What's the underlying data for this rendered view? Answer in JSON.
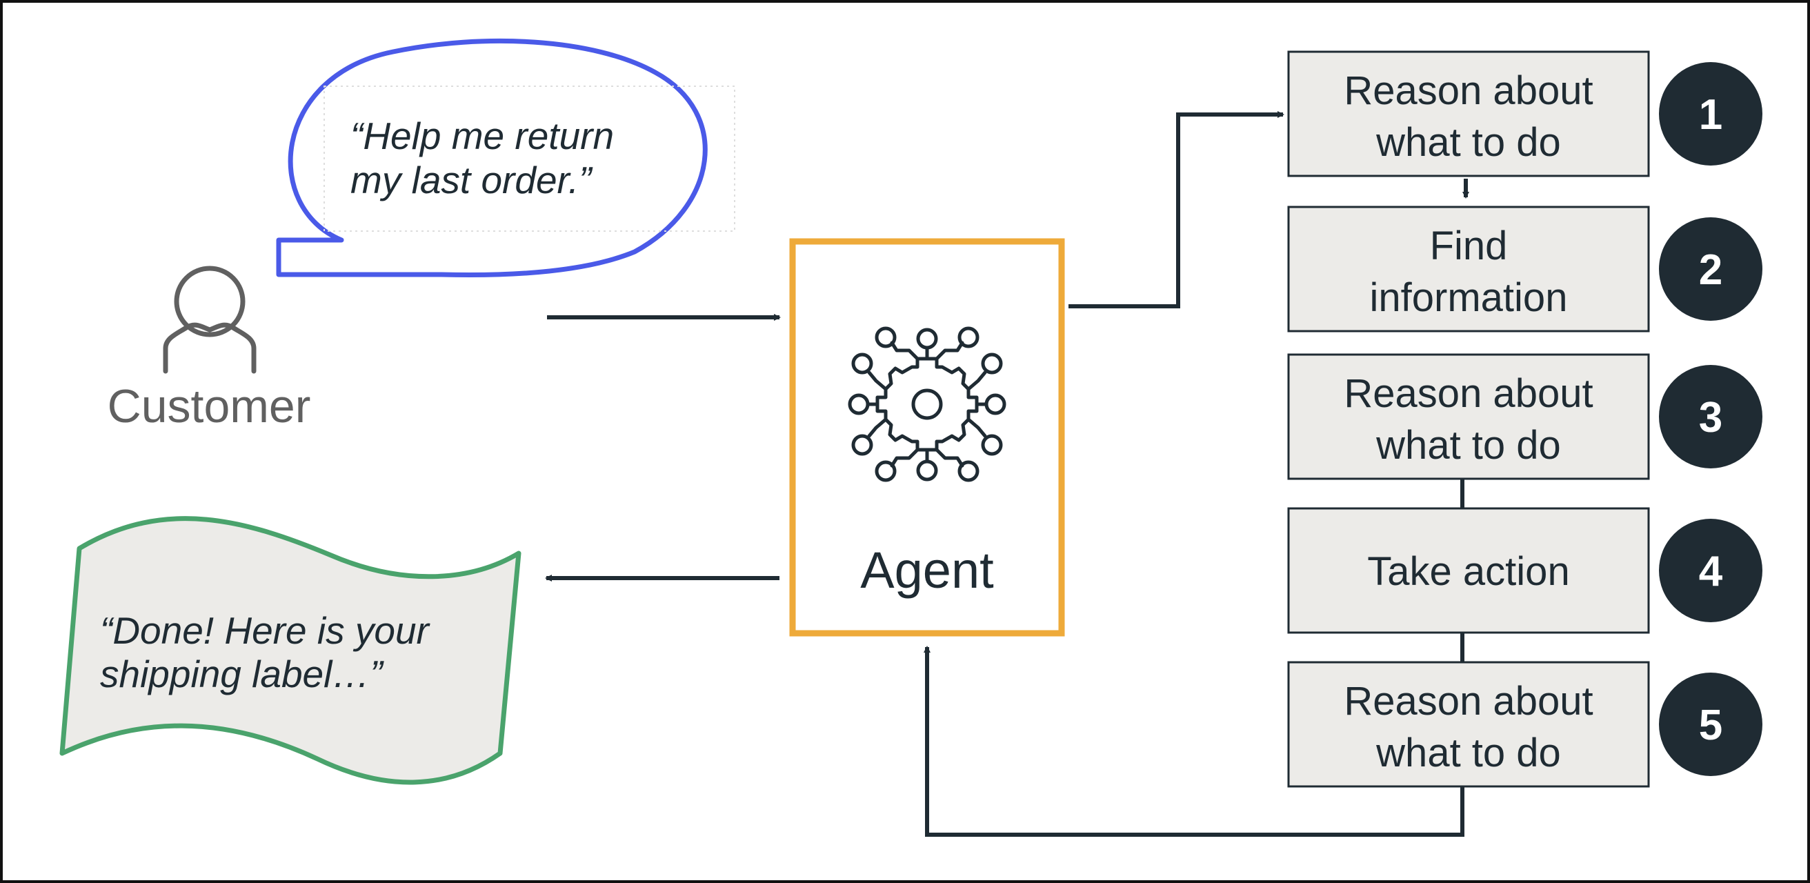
{
  "customer": {
    "label": "Customer",
    "request_line1": "“Help me return",
    "request_line2": "my last order.”"
  },
  "response": {
    "line1": "“Done! Here is your",
    "line2": "shipping label…”"
  },
  "agent": {
    "label": "Agent"
  },
  "steps": [
    {
      "number": "1",
      "line1": "Reason about",
      "line2": "what to do"
    },
    {
      "number": "2",
      "line1": "Find",
      "line2": "information"
    },
    {
      "number": "3",
      "line1": "Reason about",
      "line2": "what to do"
    },
    {
      "number": "4",
      "line1": "Take action",
      "line2": ""
    },
    {
      "number": "5",
      "line1": "Reason about",
      "line2": "what to do"
    }
  ],
  "colors": {
    "speech_bubble_border": "#4a5ae8",
    "response_border": "#4aa36c",
    "response_fill": "#ecebe8",
    "agent_border": "#eeaa3a",
    "step_fill": "#ecebe8",
    "step_border": "#1f2b33",
    "circle_fill": "#1f2b33",
    "arrow": "#1f2b33",
    "text_dark": "#1f2b33",
    "text_gray": "#606060"
  }
}
